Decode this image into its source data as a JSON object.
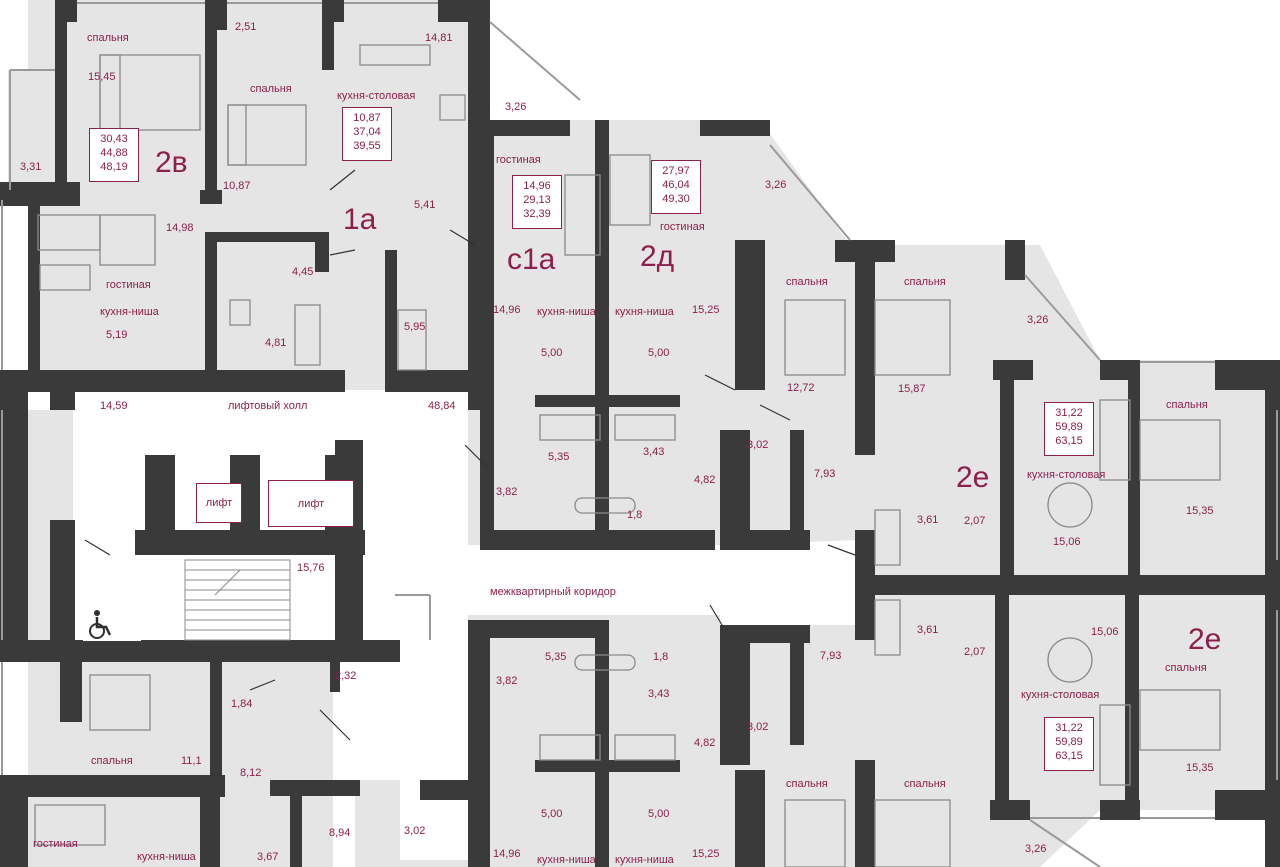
{
  "colors": {
    "wall": "#3a3a3a",
    "floor": "#e5e5e5",
    "corridor": "#ffffff",
    "accent": "#8d1f4c",
    "furniture": "#b9b9b9"
  },
  "icons": {
    "accessibility": "wheelchair-icon"
  },
  "apartments": {
    "2v": {
      "code": "2в",
      "areas": [
        "30,43",
        "44,88",
        "48,19"
      ]
    },
    "1a": {
      "code": "1а",
      "areas": [
        "10,87",
        "37,04",
        "39,55"
      ]
    },
    "s1a": {
      "code": "с1а",
      "areas": [
        "14,96",
        "29,13",
        "32,39"
      ]
    },
    "2d": {
      "code": "2д",
      "areas": [
        "27,97",
        "46,04",
        "49,30"
      ]
    },
    "2e_top": {
      "code": "2е",
      "areas": [
        "31,22",
        "59,89",
        "63,15"
      ]
    },
    "2e_bottom": {
      "code": "2е",
      "areas": [
        "31,22",
        "59,89",
        "63,15"
      ]
    }
  },
  "common": {
    "lift_hall": "лифтовый холл",
    "corridor": "межквартирный коридор",
    "lift_1": "лифт",
    "lift_2": "лифт"
  },
  "rooms": {
    "r01": "спальня",
    "r02": "15,45",
    "r03": "2,51",
    "r04": "14,81",
    "r05": "спальня",
    "r06": "кухня-столовая",
    "r07": "3,26",
    "r08": "3,31",
    "r09": "10,87",
    "r10": "гостиная",
    "r11": "3,26",
    "r12": "5,41",
    "r13": "14,98",
    "r14": "гостиная",
    "r15": "гостиная",
    "r16": "4,45",
    "r17": "спальня",
    "r18": "спальня",
    "r19": "кухня-ниша",
    "r20": "5,19",
    "r21": "4,81",
    "r22": "5,95",
    "r23": "14,96",
    "r24": "кухня-ниша",
    "r25": "кухня-ниша",
    "r26": "15,25",
    "r27": "3,26",
    "r28": "5,00",
    "r29": "5,00",
    "r30": "12,72",
    "r31": "15,87",
    "r32": "14,59",
    "r33": "48,84",
    "r34": "спальня",
    "r35": "5,35",
    "r36": "3,43",
    "r37": "3,02",
    "r38": "7,93",
    "r39": "кухня-столовая",
    "r40": "3,82",
    "r41": "4,82",
    "r42": "3,61",
    "r43": "2,07",
    "r44": "15,35",
    "r45": "1,8",
    "r46": "15,06",
    "r47": "15,76",
    "r48": "15,06",
    "r49": "3,61",
    "r50": "2,07",
    "r51": "7,93",
    "r52": "спальня",
    "r53": "2,32",
    "r54": "5,35",
    "r55": "1,8",
    "r56": "3,82",
    "r57": "3,43",
    "r58": "кухня-столовая",
    "r59": "1,84",
    "r60": "4,82",
    "r61": "3,02",
    "r62": "спальня",
    "r63": "11,1",
    "r64": "8,12",
    "r65": "15,35",
    "r66": "спальня",
    "r67": "спальня",
    "r68": "8,94",
    "r69": "3,02",
    "r70": "5,00",
    "r71": "5,00",
    "r72": "гостиная",
    "r73": "кухня-ниша",
    "r74": "3,67",
    "r75": "14,96",
    "r76": "кухня-ниша",
    "r77": "кухня-ниша",
    "r78": "15,25",
    "r79": "3,26"
  }
}
